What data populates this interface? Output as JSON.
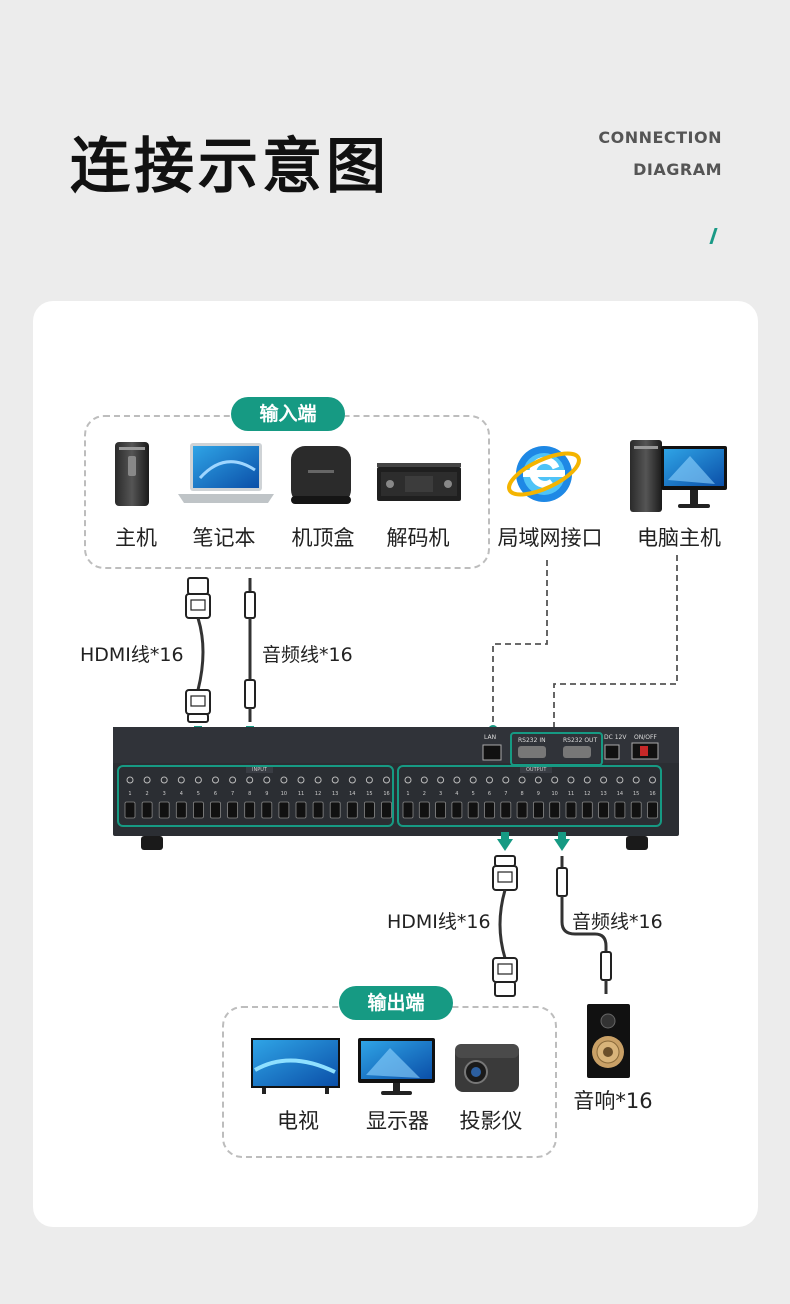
{
  "header": {
    "title": "连接示意图",
    "subtitle_line1": "CONNECTION",
    "subtitle_line2": "DIAGRAM"
  },
  "input_group": {
    "label": "输入端",
    "devices": [
      "主机",
      "笔记本",
      "机顶盒",
      "解码机"
    ]
  },
  "network": {
    "label": "局域网接口"
  },
  "computer": {
    "label": "电脑主机"
  },
  "input_cables": {
    "hdmi": "HDMI线*16",
    "audio": "音频线*16"
  },
  "device_panel": {
    "lan": "LAN",
    "rs232_in": "RS232 IN",
    "rs232_out": "RS232 OUT",
    "dc": "DC 12V",
    "power": "ON/OFF",
    "input_title": "INPUT",
    "output_title": "OUTPUT",
    "port_numbers": [
      "1",
      "2",
      "3",
      "4",
      "5",
      "6",
      "7",
      "8",
      "9",
      "10",
      "11",
      "12",
      "13",
      "14",
      "15",
      "16"
    ]
  },
  "output_cables": {
    "hdmi": "HDMI线*16",
    "audio": "音频线*16"
  },
  "output_group": {
    "label": "输出端",
    "devices": [
      "电视",
      "显示器",
      "投影仪"
    ]
  },
  "speaker": {
    "label": "音响*16"
  },
  "colors": {
    "accent": "#169a83",
    "panel": "#2b2e33"
  }
}
